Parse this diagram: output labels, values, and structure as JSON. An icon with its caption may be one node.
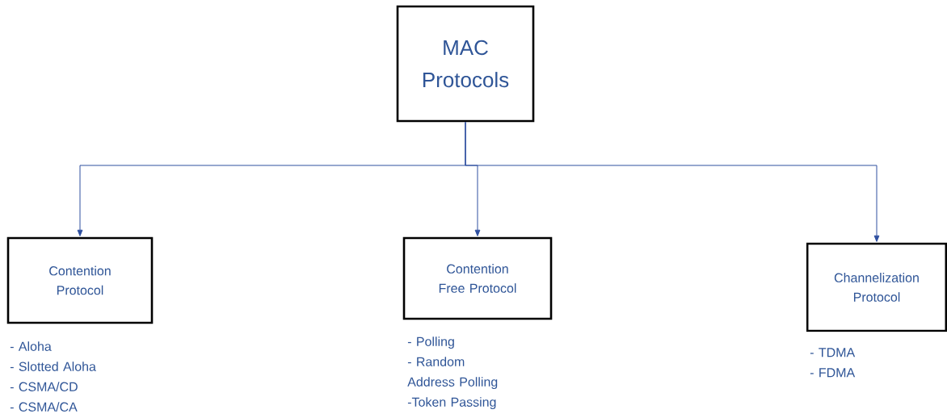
{
  "diagram": {
    "nodes": [
      {
        "text": [
          "MAC Protocols"
        ]
      },
      {
        "text": [
          "Contention Protocol"
        ],
        "beside": [
          "- Aloha",
          "- Slotted Aloha",
          "- CSMA/CD",
          "- CSMA/CA"
        ]
      },
      {
        "text": [
          "Contention Free Protocol"
        ],
        "beside": [
          "- Polling",
          "- Random Address Polling",
          "-Token Passing"
        ]
      },
      {
        "text": [
          "Channelization Protocol"
        ],
        "beside": [
          "- TDMA",
          "- FDMA"
        ]
      }
    ],
    "edges": [
      {
        "from": 0,
        "to": 1,
        "arrow": "to"
      },
      {
        "from": 0,
        "to": 2,
        "arrow": "to"
      },
      {
        "from": 0,
        "to": 3,
        "arrow": "to"
      }
    ]
  }
}
